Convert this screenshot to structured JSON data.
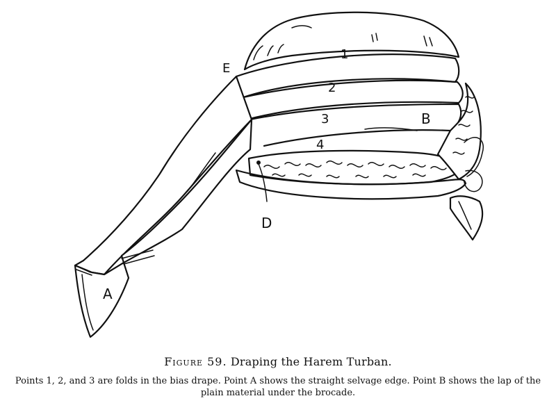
{
  "figure": {
    "labels": {
      "e": "E",
      "one": "1",
      "two": "2",
      "three": "3",
      "b": "B",
      "four": "4",
      "d": "D",
      "a": "A"
    }
  },
  "caption": {
    "figure_word": "Figure 59.",
    "title": "Draping the Harem Turban.",
    "body": "Points 1, 2, and 3 are folds in the bias drape. Point A shows the straight selvage edge. Point B shows the lap of the plain material under the brocade."
  }
}
